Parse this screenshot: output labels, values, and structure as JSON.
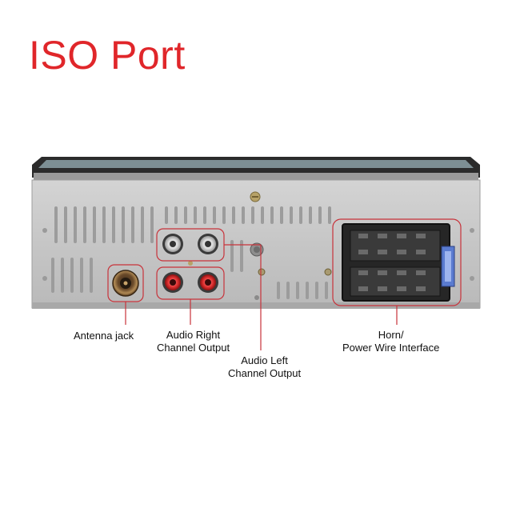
{
  "title": "ISO Port",
  "colors": {
    "title": "#e0262a",
    "callout": "#c8323a",
    "panel": "#c9c9c9",
    "connector": "#2a2a2a"
  },
  "labels": {
    "antenna": "Antenna jack",
    "audio_right_line1": "Audio Right",
    "audio_right_line2": "Channel Output",
    "audio_left_line1": "Audio Left",
    "audio_left_line2": "Channel Output",
    "horn_line1": "Horn/",
    "horn_line2": "Power Wire Interface"
  }
}
